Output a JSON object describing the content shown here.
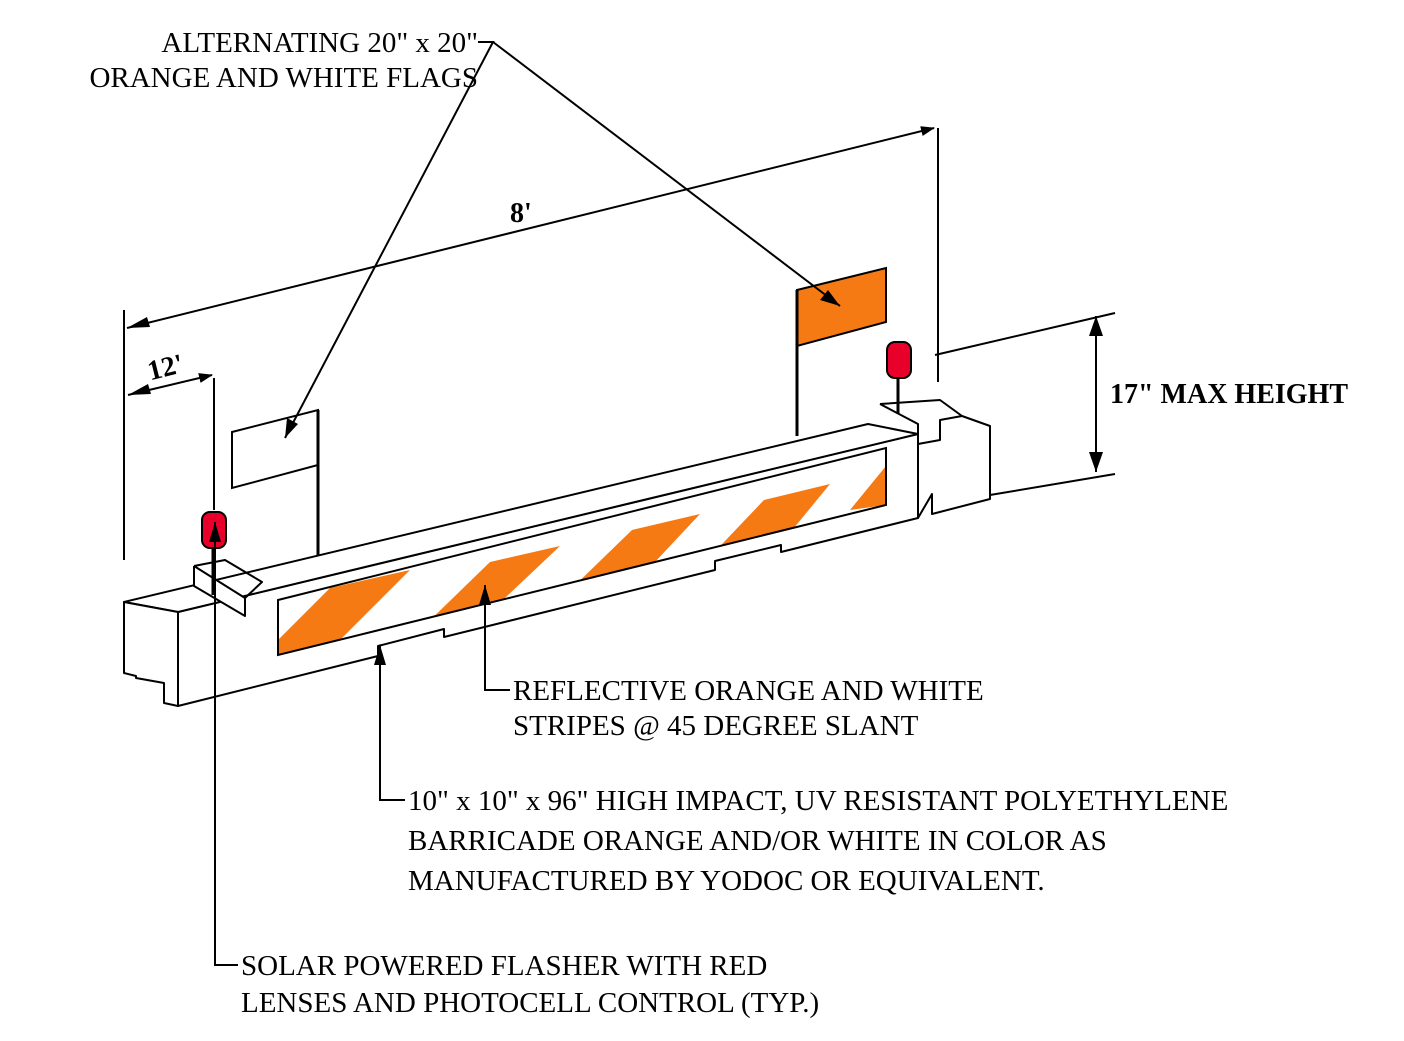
{
  "colors": {
    "orange": "#F57A14",
    "red": "#E8002A",
    "line": "#000000",
    "background": "#FFFFFF"
  },
  "labels": {
    "flags": [
      "ALTERNATING 20\" x 20\"",
      "ORANGE AND WHITE FLAGS"
    ],
    "stripes": [
      "REFLECTIVE ORANGE AND WHITE",
      "STRIPES @ 45 DEGREE SLANT"
    ],
    "barricade": [
      "10\" x 10\" x 96\" HIGH IMPACT, UV RESISTANT POLYETHYLENE",
      "BARRICADE ORANGE AND/OR WHITE IN COLOR AS",
      "MANUFACTURED BY YODOC OR EQUIVALENT."
    ],
    "flasher": [
      "SOLAR POWERED FLASHER WITH RED",
      "LENSES AND PHOTOCELL CONTROL (TYP.)"
    ]
  },
  "dimensions": {
    "length": "8'",
    "end_offset": "12'",
    "height": "17\" MAX HEIGHT"
  }
}
